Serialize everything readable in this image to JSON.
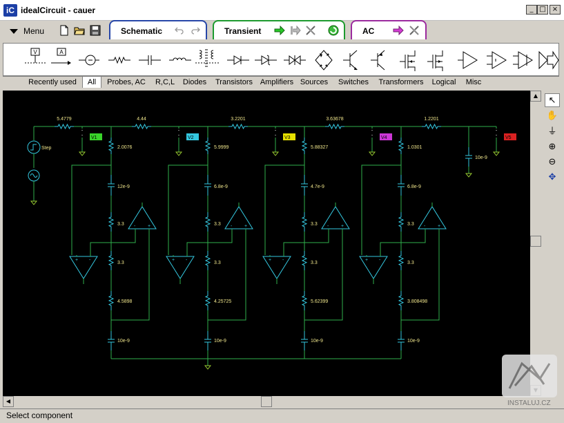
{
  "window": {
    "title": "idealCircuit - cauer",
    "logo_text": "iC"
  },
  "menubar": {
    "menu_label": "Menu"
  },
  "mode_tabs": [
    {
      "label": "Schematic",
      "color": "#2646a8"
    },
    {
      "label": "Transient",
      "color": "#1c9a2e"
    },
    {
      "label": "AC",
      "color": "#9b2a9e"
    }
  ],
  "palette_labels": {
    "voltmeter": "V",
    "ammeter": "A"
  },
  "categories": [
    "Recently used",
    "All",
    "Probes, AC",
    "R,C,L",
    "Diodes",
    "Transistors",
    "Amplifiers",
    "Sources",
    "Switches",
    "Transformers",
    "Logical",
    "Misc"
  ],
  "active_category": "All",
  "circuit": {
    "source_label": "Step",
    "series_resistors": [
      "5.4779",
      "4.44",
      "3.2201",
      "3.63678",
      "1.2201"
    ],
    "probes": [
      {
        "label": "V1",
        "color": "#39d32a"
      },
      {
        "label": "V2",
        "color": "#34c8e0"
      },
      {
        "label": "V3",
        "color": "#e6e000"
      },
      {
        "label": "V4",
        "color": "#cc36d6"
      },
      {
        "label": "V5",
        "color": "#d92121"
      }
    ],
    "branch_resistors": [
      "2.0076",
      "5.9999",
      "5.88327",
      "1.0301"
    ],
    "branch_capacitors": [
      "12e-9",
      "6.8e-9",
      "4.7e-9",
      "6.8e-9"
    ],
    "resistor_33": "3.3",
    "lower_resistors": [
      "4.5898",
      "4.25725",
      "5.62399",
      "3.808498"
    ],
    "bottom_capacitor": "10e-9",
    "output_capacitor": "10e-9",
    "opamp_labels": {
      "minus": "-",
      "plus": "+"
    }
  },
  "status": {
    "text": "Select component"
  },
  "watermark": {
    "text": "INSTALUJ.CZ"
  },
  "colors": {
    "canvas_bg": "#000000",
    "wire": "#2fb14c",
    "part": "#34c8e0",
    "label": "#f0e68c",
    "ground": "#9acd32"
  }
}
